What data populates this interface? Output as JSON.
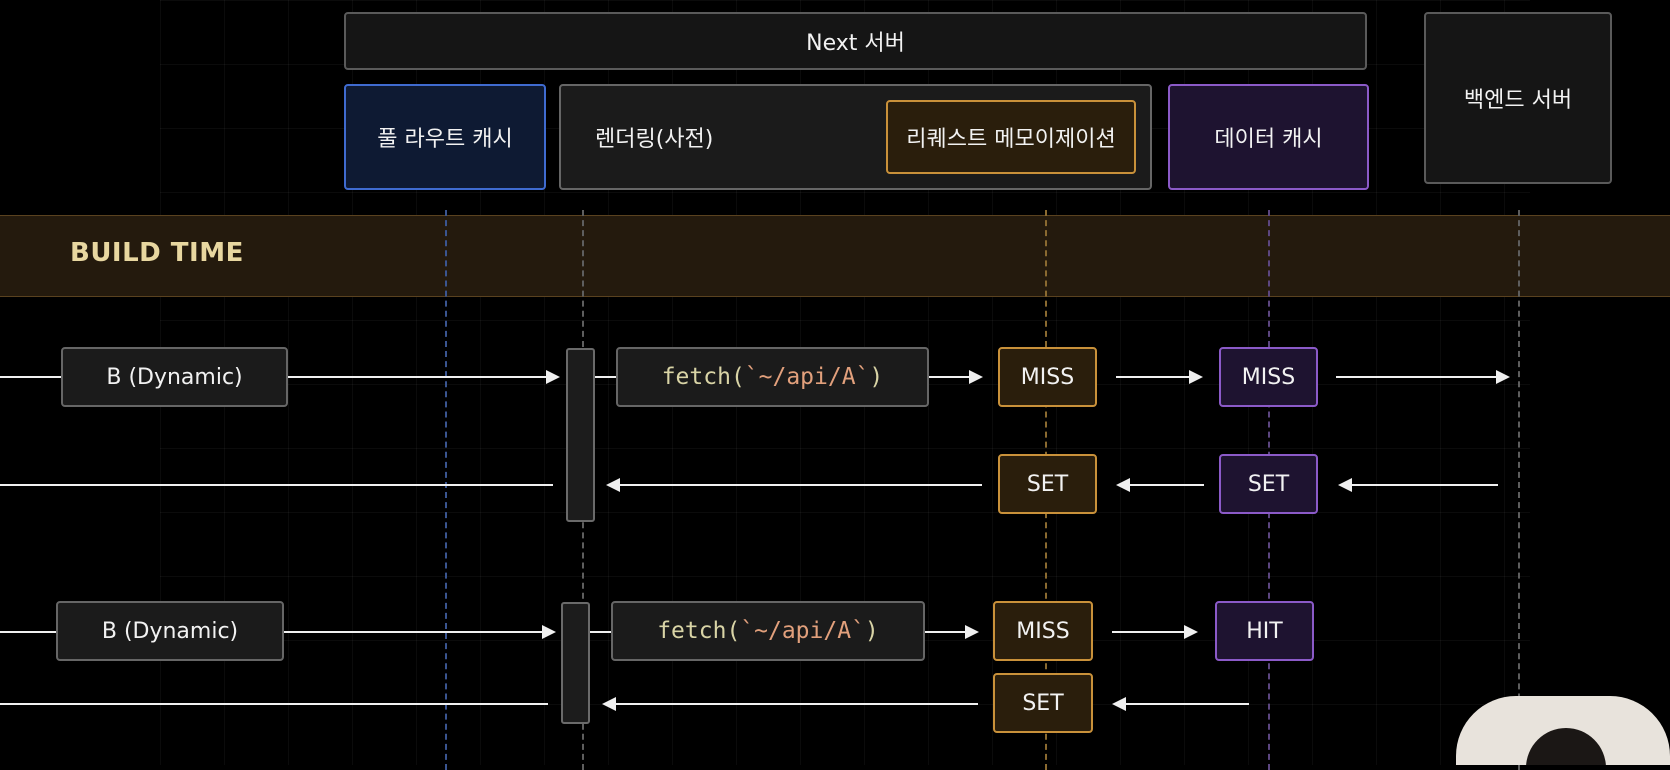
{
  "header": {
    "next_server": "Next 서버",
    "backend_server": "백엔드 서버",
    "full_route_cache": "풀 라우트 캐시",
    "rendering": "렌더링(사전)",
    "request_memoization": "리퀘스트 메모이제이션",
    "data_cache": "데이터 캐시"
  },
  "band": {
    "label": "BUILD TIME"
  },
  "rows": [
    {
      "route": "B (Dynamic)",
      "fetch_fn": "fetch(",
      "fetch_arg": "`~/api/A`",
      "fetch_close": ")",
      "memo_result": "MISS",
      "data_result": "MISS",
      "memo_set": "SET",
      "data_set": "SET"
    },
    {
      "route": "B (Dynamic)",
      "fetch_fn": "fetch(",
      "fetch_arg": "`~/api/A`",
      "fetch_close": ")",
      "memo_result": "MISS",
      "data_result": "HIT",
      "memo_set": "SET"
    }
  ],
  "colors": {
    "full_route_cache": "#3f6bd0",
    "request_memoization": "#c9913a",
    "data_cache": "#8b5ac8",
    "build_time_band": "#241a0d",
    "build_time_text": "#e8d7a0"
  }
}
